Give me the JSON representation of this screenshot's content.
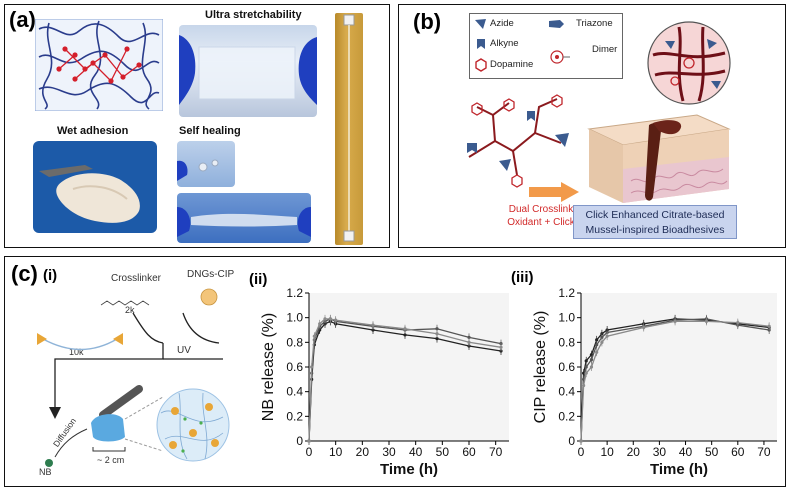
{
  "panels": {
    "a": {
      "label": "(a)",
      "captions": {
        "stretch": "Ultra stretchability",
        "adhesion": "Wet adhesion",
        "healing": "Self healing"
      }
    },
    "b": {
      "label": "(b)",
      "legend": {
        "azide": "Azide",
        "alkyne": "Alkyne",
        "dopamine": "Dopamine",
        "triazone": "Triazone",
        "dimer": "Dimer"
      },
      "crosslink_text": [
        "Dual Crosslink",
        "Oxidant + Click"
      ],
      "title_box": [
        "Click Enhanced Citrate-based",
        "Mussel-inspired Bioadhesives"
      ]
    },
    "c": {
      "label": "(c)",
      "sub_i": "(i)",
      "sub_ii": "(ii)",
      "sub_iii": "(iii)",
      "schematic": {
        "crosslinker": "Crosslinker",
        "dngs": "DNGs-CIP",
        "k2": "2k",
        "k10": "10k",
        "uv": "UV",
        "diffusion": "Diffusion",
        "size": "~ 2 cm",
        "nb": "NB"
      }
    }
  },
  "chart_data": [
    {
      "type": "line",
      "xlabel": "Time (h)",
      "ylabel": "NB release (%)",
      "xlim": [
        0,
        75
      ],
      "ylim": [
        0,
        1.2
      ],
      "xticks": [
        "0",
        "10",
        "20",
        "30",
        "40",
        "50",
        "60",
        "70"
      ],
      "yticks": [
        "0",
        "0.2",
        "0.4",
        "0.6",
        "0.8",
        "1.0",
        "1.2"
      ],
      "series": [
        {
          "color": "#222222",
          "x": [
            0,
            1,
            2,
            4,
            6,
            8,
            10,
            24,
            36,
            48,
            60,
            72
          ],
          "y": [
            0,
            0.5,
            0.78,
            0.9,
            0.95,
            0.97,
            0.95,
            0.9,
            0.86,
            0.83,
            0.77,
            0.73
          ]
        },
        {
          "color": "#555555",
          "x": [
            0,
            1,
            2,
            4,
            6,
            8,
            10,
            24,
            36,
            48,
            60,
            72
          ],
          "y": [
            0,
            0.55,
            0.82,
            0.93,
            0.97,
            0.99,
            0.97,
            0.93,
            0.9,
            0.91,
            0.84,
            0.79
          ]
        },
        {
          "color": "#8a8a8a",
          "x": [
            0,
            1,
            2,
            4,
            6,
            8,
            10,
            24,
            36,
            48,
            60,
            72
          ],
          "y": [
            0,
            0.6,
            0.85,
            0.95,
            0.99,
            0.99,
            0.98,
            0.94,
            0.91,
            0.87,
            0.8,
            0.76
          ]
        }
      ]
    },
    {
      "type": "line",
      "xlabel": "Time (h)",
      "ylabel": "CIP release (%)",
      "xlim": [
        0,
        75
      ],
      "ylim": [
        0,
        1.2
      ],
      "xticks": [
        "0",
        "10",
        "20",
        "30",
        "40",
        "50",
        "60",
        "70"
      ],
      "yticks": [
        "0",
        "0.2",
        "0.4",
        "0.6",
        "0.8",
        "1.0",
        "1.2"
      ],
      "series": [
        {
          "color": "#222222",
          "x": [
            0,
            1,
            2,
            4,
            6,
            8,
            10,
            24,
            36,
            48,
            60,
            72
          ],
          "y": [
            0,
            0.55,
            0.65,
            0.7,
            0.82,
            0.87,
            0.9,
            0.95,
            0.99,
            0.98,
            0.95,
            0.92
          ]
        },
        {
          "color": "#555555",
          "x": [
            0,
            1,
            2,
            4,
            6,
            8,
            10,
            24,
            36,
            48,
            60,
            72
          ],
          "y": [
            0,
            0.5,
            0.6,
            0.66,
            0.78,
            0.84,
            0.88,
            0.93,
            0.98,
            0.99,
            0.94,
            0.9
          ]
        },
        {
          "color": "#8a8a8a",
          "x": [
            0,
            1,
            2,
            4,
            6,
            8,
            10,
            24,
            36,
            48,
            60,
            72
          ],
          "y": [
            0,
            0.45,
            0.55,
            0.6,
            0.72,
            0.8,
            0.85,
            0.92,
            0.97,
            0.97,
            0.96,
            0.93
          ]
        }
      ]
    }
  ]
}
